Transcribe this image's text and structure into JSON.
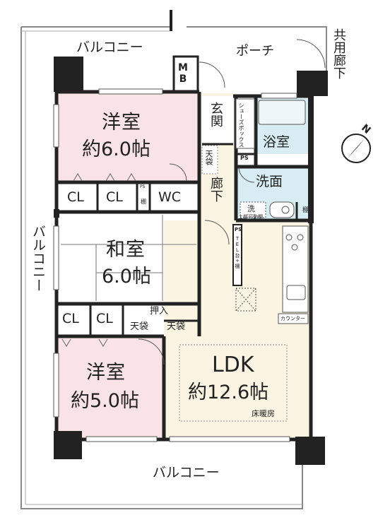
{
  "rooms": {
    "balcony_top": "バルコニー",
    "porch": "ポーチ",
    "shared_corridor": "共用廊下",
    "mb": "MB",
    "western1_name": "洋室",
    "western1_size": "約6.0帖",
    "entrance": "玄関",
    "shoe_box": "シューズボックス",
    "bath": "浴室",
    "ps_top": "PS",
    "tenbukuro_top": "天袋",
    "corridor": "廊下",
    "washroom": "洗面",
    "washer_upper": "洗",
    "washer_label": "上部可動棚",
    "shelf": "棚",
    "cl1": "CL",
    "cl2": "CL",
    "ps_small": "PS",
    "shelf_small": "棚",
    "wc": "WC",
    "balcony_left": "バルコニー",
    "ps_mid": "PS",
    "tel": "TEL台+棚",
    "washitsu_name": "和室",
    "washitsu_size": "6.0帖",
    "cl3": "CL",
    "cl4": "CL",
    "oshiire": "押入",
    "tenbukuro_a": "天袋",
    "tenbukuro_b": "天袋",
    "counter": "カウンター",
    "western2_name": "洋室",
    "western2_size": "約5.0帖",
    "ldk_name": "LDK",
    "ldk_size": "約12.6帖",
    "floor_heating": "床暖房",
    "balcony_bottom": "バルコニー",
    "compass_n": "N"
  },
  "colors": {
    "western": "#f9e3e6",
    "water": "#d8edf3",
    "ldk": "#fbf4e3",
    "wall": "#222222"
  }
}
